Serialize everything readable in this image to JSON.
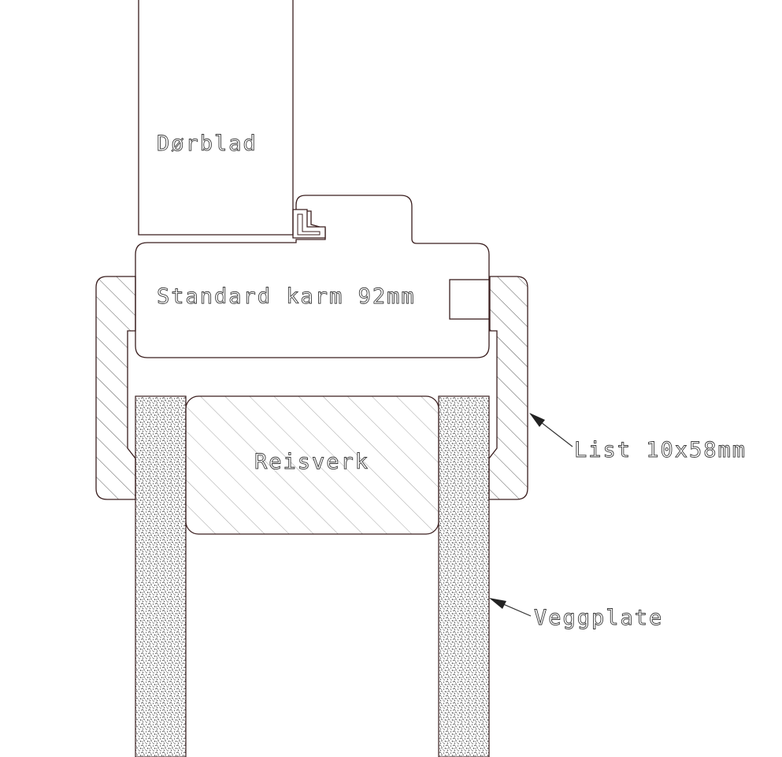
{
  "labels": {
    "door_leaf": "Dørblad",
    "frame": "Standard karm 92mm",
    "stud": "Reisverk",
    "trim": "List 10x58mm",
    "wall_board": "Veggplate"
  },
  "colors": {
    "line": "#3a1e1e",
    "hatch": "#9a9a9a",
    "speckle": "#222222",
    "background": "#ffffff"
  }
}
